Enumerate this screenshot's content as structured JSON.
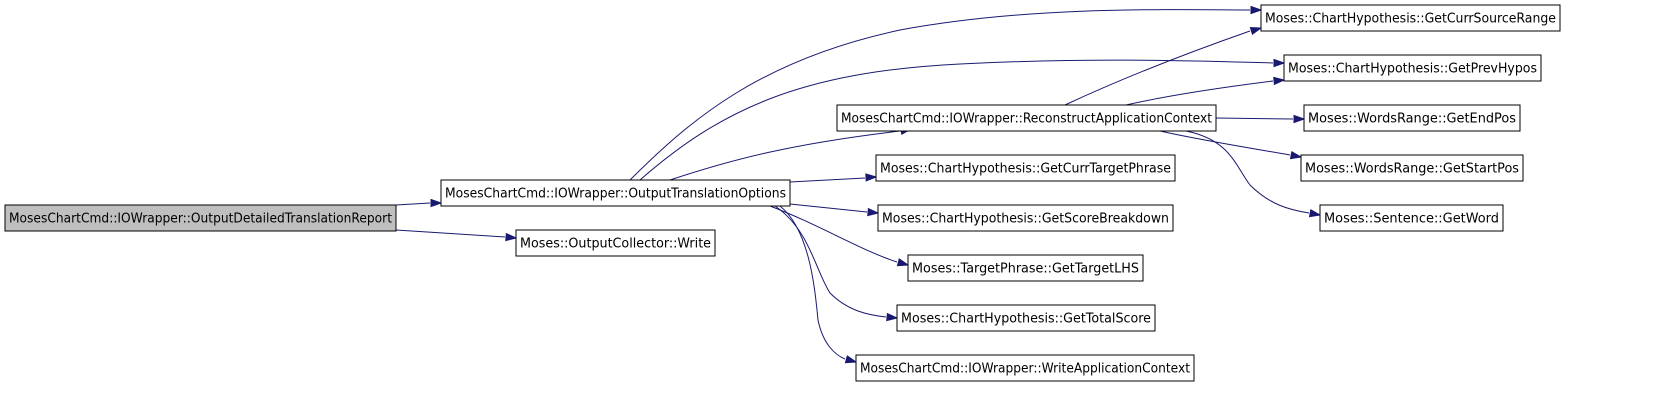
{
  "colors": {
    "root_fill": "#bfbfbf",
    "node_fill": "#ffffff",
    "node_stroke": "#000000",
    "edge": "#191970"
  },
  "nodes": [
    {
      "id": "n0",
      "name": "node-output-detailed-translation-report",
      "label": "MosesChartCmd::IOWrapper::OutputDetailedTranslationReport",
      "root": true
    },
    {
      "id": "n1",
      "name": "node-output-translation-options",
      "label": "MosesChartCmd::IOWrapper::OutputTranslationOptions"
    },
    {
      "id": "n2",
      "name": "node-output-collector-write",
      "label": "Moses::OutputCollector::Write"
    },
    {
      "id": "n3",
      "name": "node-reconstruct-application-context",
      "label": "MosesChartCmd::IOWrapper::ReconstructApplicationContext"
    },
    {
      "id": "n4",
      "name": "node-get-curr-target-phrase",
      "label": "Moses::ChartHypothesis::GetCurrTargetPhrase"
    },
    {
      "id": "n5",
      "name": "node-get-score-breakdown",
      "label": "Moses::ChartHypothesis::GetScoreBreakdown"
    },
    {
      "id": "n6",
      "name": "node-get-target-lhs",
      "label": "Moses::TargetPhrase::GetTargetLHS"
    },
    {
      "id": "n7",
      "name": "node-get-total-score",
      "label": "Moses::ChartHypothesis::GetTotalScore"
    },
    {
      "id": "n8",
      "name": "node-write-application-context",
      "label": "MosesChartCmd::IOWrapper::WriteApplicationContext"
    },
    {
      "id": "n9",
      "name": "node-get-curr-source-range",
      "label": "Moses::ChartHypothesis::GetCurrSourceRange"
    },
    {
      "id": "n10",
      "name": "node-get-prev-hypos",
      "label": "Moses::ChartHypothesis::GetPrevHypos"
    },
    {
      "id": "n11",
      "name": "node-get-end-pos",
      "label": "Moses::WordsRange::GetEndPos"
    },
    {
      "id": "n12",
      "name": "node-get-start-pos",
      "label": "Moses::WordsRange::GetStartPos"
    },
    {
      "id": "n13",
      "name": "node-sentence-get-word",
      "label": "Moses::Sentence::GetWord"
    }
  ],
  "edges": [
    {
      "id": "e0",
      "from": "n0",
      "to": "n1"
    },
    {
      "id": "e1",
      "from": "n0",
      "to": "n2"
    },
    {
      "id": "e2",
      "from": "n1",
      "to": "n9"
    },
    {
      "id": "e3",
      "from": "n1",
      "to": "n10"
    },
    {
      "id": "e4",
      "from": "n1",
      "to": "n3"
    },
    {
      "id": "e5",
      "from": "n1",
      "to": "n4"
    },
    {
      "id": "e6",
      "from": "n1",
      "to": "n5"
    },
    {
      "id": "e7",
      "from": "n1",
      "to": "n6"
    },
    {
      "id": "e8",
      "from": "n1",
      "to": "n7"
    },
    {
      "id": "e9",
      "from": "n1",
      "to": "n8"
    },
    {
      "id": "e10",
      "from": "n3",
      "to": "n9"
    },
    {
      "id": "e11",
      "from": "n3",
      "to": "n10"
    },
    {
      "id": "e12",
      "from": "n3",
      "to": "n11"
    },
    {
      "id": "e13",
      "from": "n3",
      "to": "n12"
    },
    {
      "id": "e14",
      "from": "n3",
      "to": "n13"
    }
  ]
}
